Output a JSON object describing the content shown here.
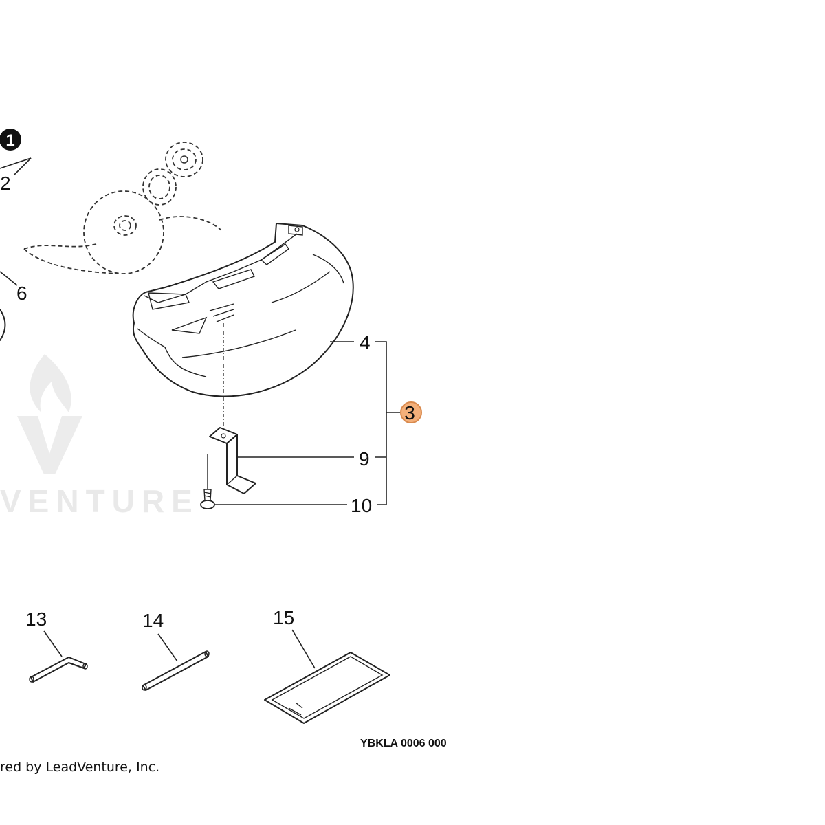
{
  "callouts": {
    "c1": "1",
    "c2": "2",
    "c3": "3",
    "c4": "4",
    "c6": "6",
    "c9": "9",
    "c10": "10",
    "c13": "13",
    "c14": "14",
    "c15": "15"
  },
  "diagram_code": "YBKLA 0006 000",
  "watermark_text": "VENTURE",
  "footer_text": "red by LeadVenture, Inc.",
  "colors": {
    "highlight_fill": "#f4b07a",
    "highlight_stroke": "#d98a4e",
    "line": "#222222",
    "watermark": "#e9e9e9"
  }
}
